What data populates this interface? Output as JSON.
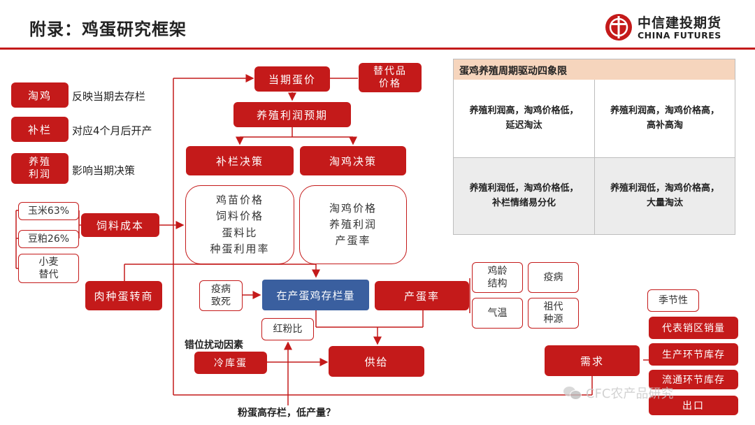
{
  "header": {
    "title": "附录：鸡蛋研究框架",
    "logo_cn": "中信建投期货",
    "logo_en": "CHINA FUTURES"
  },
  "legend": [
    {
      "tag": "淘鸡",
      "desc": "反映当期去存栏"
    },
    {
      "tag": "补栏",
      "desc": "对应4个月后开产"
    },
    {
      "tag": "养殖\n利润",
      "desc": "影响当期决策"
    }
  ],
  "feed": {
    "inputs": [
      "玉米63%",
      "豆粕26%",
      "小麦\n替代"
    ],
    "cost": "饲料成本"
  },
  "top": {
    "price": "当期蛋价",
    "substitute": "替代品\n价格",
    "profit": "养殖利润预期",
    "restock": "补栏决策",
    "cull": "淘鸡决策",
    "restock_factors": "鸡苗价格\n饲料价格\n蛋料比\n种蛋利用率",
    "cull_factors": "淘鸡价格\n养殖利润\n产蛋率"
  },
  "middle": {
    "meat_to_egg": "肉种蛋转商",
    "disease_death": "疫病\n致死",
    "inventory": "在产蛋鸡存栏量",
    "laying_rate": "产蛋率",
    "age_structure": "鸡龄\n结构",
    "disease": "疫病",
    "temperature": "气温",
    "grandparent": "祖代\n种源",
    "red_pink_ratio": "红粉比",
    "offset_factor": "错位扰动因素",
    "cold_storage": "冷库蛋",
    "supply": "供给",
    "demand": "需求",
    "bottom_question": "粉蛋高存栏，低产量？"
  },
  "demand_factors": [
    "季节性",
    "代表销区销量",
    "生产环节库存",
    "流通环节库存",
    "出口"
  ],
  "quadrant": {
    "title": "蛋鸡养殖周期驱动四象限",
    "cells": [
      "养殖利润高，淘鸡价格低，\n延迟淘汰",
      "养殖利润高，淘鸡价格高，\n高补高淘",
      "养殖利润低，淘鸡价格低，\n补栏情绪易分化",
      "养殖利润低，淘鸡价格高，\n大量淘汰"
    ]
  },
  "watermark": "CFC农产品研究",
  "colors": {
    "accent": "#c41a1a",
    "inventory": "#3a5f9f",
    "quadrant_header": "#f6d5bd"
  }
}
